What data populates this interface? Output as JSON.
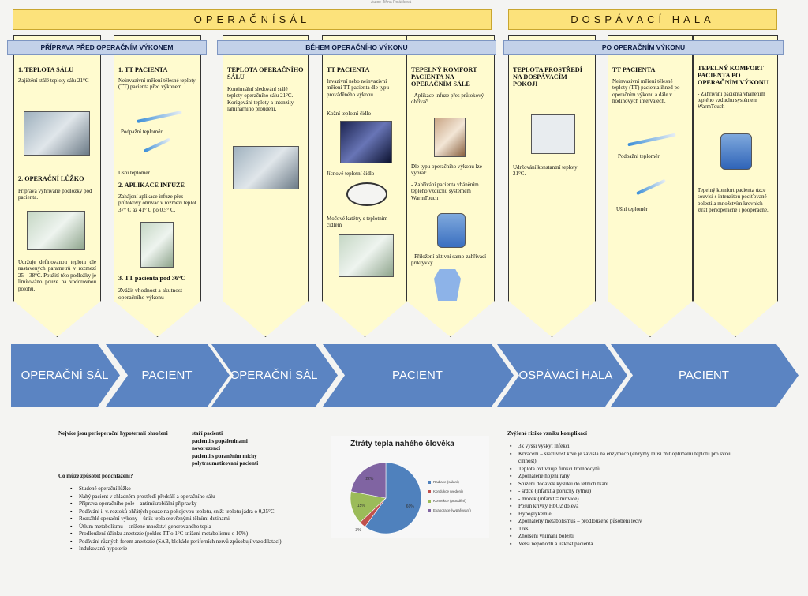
{
  "top_note": "Autor: Jiřina Poláčková",
  "banners": {
    "or": "OPERAČNÍSÁL",
    "rec": "DOSPÁVACÍ HALA"
  },
  "groups": {
    "g1": "PŘÍPRAVA PŘED OPERAČNÍM VÝKONEM",
    "g2": "BĚHEM OPERAČNÍHO VÝKONU",
    "g3": "PO OPERAČNÍM VÝKONU"
  },
  "c1": {
    "h1": "1. TEPLOTA SÁLU",
    "t1": "Zajištění stálé teploty sálu 21°C",
    "h2": "2. OPERAČNÍ LŮŽKO",
    "t2": "Příprava vyhřívané podložky pod pacienta.",
    "t3": "Udržuje definovanou teplotu dle nastavených parametrů v rozmezí 25 – 38°C. Použití této podložky je limitováno pouze na vodorovnou polohu."
  },
  "c2": {
    "h1": "1. TT PACIENTA",
    "t1": "Neinvazivní měření tělesné teploty (TT) pacienta před výkonem.",
    "l1": "Podpažní teploměr",
    "l2": "Ušní teploměr",
    "h2": "2. APLIKACE INFUZE",
    "t2": "Zahájení aplikace infuze přes průtokový ohřívač v rozmezí teplot 37° C až 41° C po 0,5° C.",
    "h3": "3. TT pacienta pod 36°C",
    "t3": "Zvážit vhodnost a akutnost operačního výkonu"
  },
  "c3": {
    "h": "TEPLOTA OPERAČNÍHO SÁLU",
    "t": "Kontinuální sledování stálé teploty operačního sálu 21°C. Korigování teploty a intenzity laminárního proudění."
  },
  "c4": {
    "h": "TT PACIENTA",
    "t": "Invazivní nebo neinvazivní měření TT pacienta dle typu prováděného výkonu.",
    "l1": "Kožní teplotní čidlo",
    "l2": "Jícnové teplotní čidlo",
    "l3": "Močové katétry s teplotním čidlem"
  },
  "c5": {
    "h": "TEPELNÝ KOMFORT PACIENTA NA OPERAČNÍM SÁLE",
    "t1": "- Aplikace infuze přes průtokový ohřívač",
    "t2": "Dle typu operačního výkonu lze vybrat:",
    "t3": "- Zahřívání pacienta vháněním teplého vzduchu systémem WarmTouch",
    "t4": "- Přiložení aktivní samo-zahřívací přikrývky"
  },
  "c6": {
    "h": "TEPLOTA PROSTŘEDÍ NA DOSPÁVACÍM POKOJI",
    "t": "Udržování konstantní teploty 21°C."
  },
  "c7": {
    "h": "TT PACIENTA",
    "t": "Neinvazivní měření tělesné teploty (TT) pacienta ihned po operačním výkonu a dále v hodinových intervalech.",
    "l1": "Podpažní teploměr",
    "l2": "Ušní teploměr"
  },
  "c8": {
    "h": "TEPELNÝ KOMFORT PACIENTA PO OPERAČNÍM VÝKONU",
    "t1": "- Zahřívání pacienta vháněním teplého vzduchu systémem WarmTouch",
    "t2": "Tepelný komfort pacienta úzce souvisí s intenzitou pociťované bolesti a množstvím krevních ztrát perioperačně i pooperačně."
  },
  "arrows": [
    "OPERAČNÍ SÁL",
    "PACIENT",
    "OPERAČNÍ SÁL",
    "PACIENT",
    "DOSPÁVACÍ HALA",
    "PACIENT"
  ],
  "bottom": {
    "risk_title": "Nejvíce jsou perioperační hypotermií ohroženi",
    "risk_groups": [
      "staří pacienti",
      "pacienti s popáleninami",
      "novorozenci",
      "pacienti s poraněním míchy",
      "polytraumatizovaní pacienti"
    ],
    "cause_title": "Co může způsobit podchlazení?",
    "causes": [
      "Studené operační lůžko",
      "Nahý pacient v chladném prostředí předsálí a operačního sálu",
      "Příprava operačního pole – antimikrobiální přípravky",
      "Podávání i. v. roztoků ohřátých pouze na pokojovou teplotu, snižt teplotu jádra o 0,25°C",
      "Rozsáhlé operační výkony – únik tepla otevřenými tělními dutinami",
      "Útlum metabolismu – snížené množství generovaného tepla",
      "Prodloužení účinku anestezie (pokles TT o 1°C snížení metabolismu o 10%)",
      "Podávání různých forem anestezie (SAB, blokáde periferních nervů způsobují vazodilataci)",
      "Indukovaná hypoterie"
    ],
    "comp_title": "Zvýšené riziko vzniku komplikací",
    "complications": [
      "3x vyšší výskyt infekcí",
      "Krvácení – srážlivost krve je závislá na enzymech (enzymy musí mít optimální teplotu pro svou činnost)",
      "Teplota ovlivňuje funkci trombocytů",
      "Zpomalené hojení rány",
      "Snížení dodávek kyslíku do tělních tkání",
      "- srdce (infarkt a poruchy rytmu)",
      "- mozek (infarkt = mrtvice)",
      "Posun křivky HbO2 doleva",
      "Hypoglykémie",
      "Zpomalený metabolismus – prodloužené působení léčiv",
      "Třes",
      "Zhoršení vnímání bolesti",
      "Větší nepohodlí a úzkost pacienta"
    ]
  },
  "chart_data": {
    "type": "pie",
    "title": "Ztráty tepla nahého člověka",
    "labels": [
      "Radiace (sálání)",
      "Kondukce (vedení)",
      "Konvekce (proudění)",
      "Evaporace (vypařování)"
    ],
    "values": [
      60,
      3,
      15,
      22
    ],
    "data_labels": [
      "60%",
      "3%",
      "15%",
      "22%"
    ],
    "colors": [
      "#4f81bd",
      "#c0504d",
      "#9bbb59",
      "#8064a2"
    ]
  }
}
